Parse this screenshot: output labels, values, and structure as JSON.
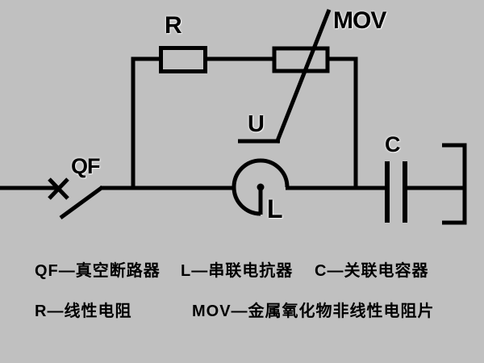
{
  "colors": {
    "background": "#c0c0c0",
    "line": "#000000",
    "text": "#000000"
  },
  "circuit": {
    "component_labels": {
      "resistor": "R",
      "varistor": "MOV",
      "varistor_voltage": "U",
      "breaker": "QF",
      "reactor": "L",
      "capacitor": "C"
    }
  },
  "legend": {
    "row1": [
      "QF—真空断路器",
      "L—串联电抗器",
      "C—关联电容器"
    ],
    "row2": [
      "R—线性电阻",
      "MOV—金属氧化物非线性电阻片"
    ]
  }
}
